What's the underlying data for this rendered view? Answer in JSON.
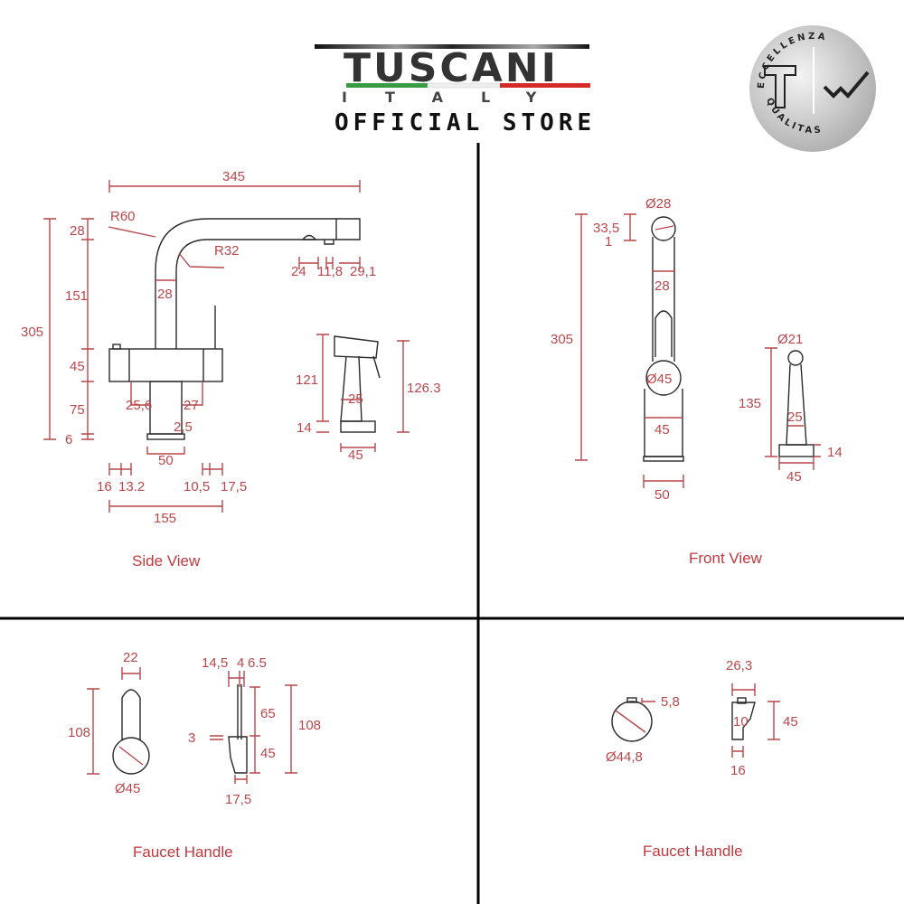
{
  "logo": {
    "brand": "TUSCANI",
    "sub": "ITALY",
    "tagline": "OFFICIAL STORE"
  },
  "seal": {
    "top": "ECCELLENZA",
    "bottom": "QUALITAS"
  },
  "colors": {
    "dimension": "#b8474c",
    "outline": "#2a2a2a",
    "divider": "#000000"
  },
  "side_view": {
    "caption": "Side View",
    "dims": {
      "overall_length": "345",
      "r_outer": "R60",
      "r_inner": "R32",
      "top": "28",
      "upper": "151",
      "total_height": "305",
      "body": "45",
      "stem": "75",
      "base": "6",
      "pipe": "28",
      "left_off": "25,6",
      "right_off": "27",
      "gap": "2,5",
      "base_w": "50",
      "a16": "16",
      "a13": "13.2",
      "a10": "10,5",
      "a17": "17,5",
      "width155": "155",
      "n24": "24",
      "n11": "11,8",
      "n29": "29,1"
    },
    "spray": {
      "h121": "121",
      "h14": "14",
      "h126": "126.3",
      "w25": "25",
      "w45": "45"
    }
  },
  "front_view": {
    "caption": "Front View",
    "dims": {
      "d28": "Ø28",
      "d33": "33,5",
      "d1": "1",
      "total": "305",
      "pipe": "28",
      "d45": "Ø45",
      "body": "45",
      "base": "50"
    },
    "spray": {
      "d21": "Ø21",
      "h135": "135",
      "w25": "25",
      "h14": "14",
      "w45": "45"
    }
  },
  "handle_left": {
    "caption": "Faucet  Handle",
    "dims": {
      "w22": "22",
      "h108a": "108",
      "d45": "Ø45",
      "t145": "14,5",
      "t4": "4",
      "t65s": "6.5",
      "h65": "65",
      "h108b": "108",
      "h3": "3",
      "h45": "45",
      "w175": "17,5"
    }
  },
  "handle_right": {
    "caption": "Faucet  Handle",
    "dims": {
      "w58": "5,8",
      "d448": "Ø44,8",
      "w263": "26,3",
      "h10": "10",
      "h45": "45",
      "w16": "16"
    }
  }
}
